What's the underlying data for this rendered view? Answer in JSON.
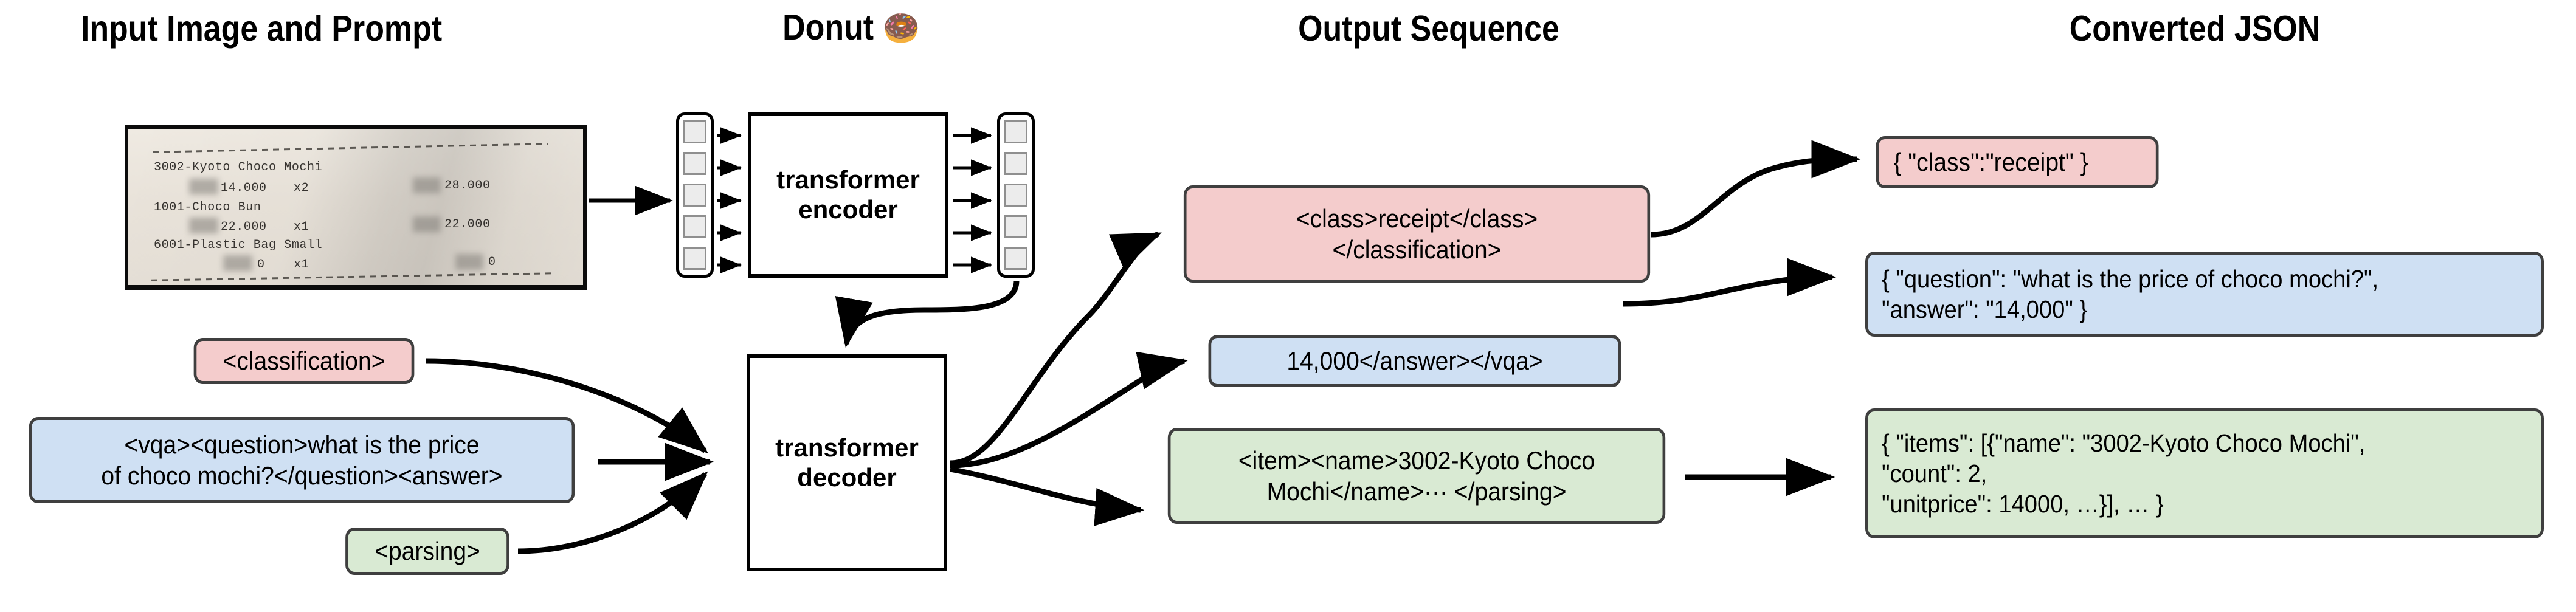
{
  "headings": {
    "input": "Input Image and Prompt",
    "donut": "Donut",
    "donut_emoji": "🍩",
    "output": "Output Sequence",
    "json": "Converted JSON"
  },
  "receipt": {
    "lines": [
      "3002-Kyoto Choco Mochi",
      "        14.000    x2         28.000",
      "1001-Choco Bun",
      "        22.000    x1         22.000",
      "6001-Plastic Bag Small",
      "            0     x1              0"
    ],
    "items": [
      {
        "name": "3002-Kyoto Choco Mochi",
        "unitprice": "14.000",
        "count": "x2",
        "total": "28.000"
      },
      {
        "name": "1001-Choco Bun",
        "unitprice": "22.000",
        "count": "x1",
        "total": "22.000"
      },
      {
        "name": "6001-Plastic Bag Small",
        "unitprice": "0",
        "count": "x1",
        "total": "0"
      }
    ]
  },
  "model": {
    "encoder_label": "transformer\nencoder",
    "decoder_label": "transformer\ndecoder",
    "encoder_input_tokens": 5,
    "encoder_output_tokens": 5
  },
  "prompts": [
    {
      "id": "classification",
      "color": "pink",
      "text": "<classification>"
    },
    {
      "id": "vqa",
      "color": "blue",
      "text": "<vqa><question>what is the price\nof choco mochi?</question><answer>"
    },
    {
      "id": "parsing",
      "color": "green",
      "text": "<parsing>"
    }
  ],
  "outputs": [
    {
      "id": "classification-output",
      "color": "pink",
      "text": "<class>receipt</class>\n</classification>"
    },
    {
      "id": "vqa-output",
      "color": "blue",
      "text": "14,000</answer></vqa>"
    },
    {
      "id": "parsing-output",
      "color": "green",
      "text": "<item><name>3002-Kyoto Choco\nMochi</name>··· </parsing>"
    }
  ],
  "json_outputs": [
    {
      "id": "classification-json",
      "color": "pink",
      "text": "{ \"class\":\"receipt\" }"
    },
    {
      "id": "vqa-json",
      "color": "blue",
      "text": "{ \"question\": \"what is the price of choco mochi?\",\n   \"answer\": \"14,000\" }"
    },
    {
      "id": "parsing-json",
      "color": "green",
      "text": "{ \"items\": [{\"name\": \"3002-Kyoto Choco Mochi\",\n     \"count\": 2,\n     \"unitprice\": 14000, …}], … }"
    }
  ],
  "colors": {
    "pink": "#f4cccc",
    "blue": "#cfe0f3",
    "green": "#d9ead3",
    "box_border": "#3f3f3f",
    "stroke": "#000000",
    "token_fill": "#ececec",
    "token_border": "#8f8f8f"
  }
}
